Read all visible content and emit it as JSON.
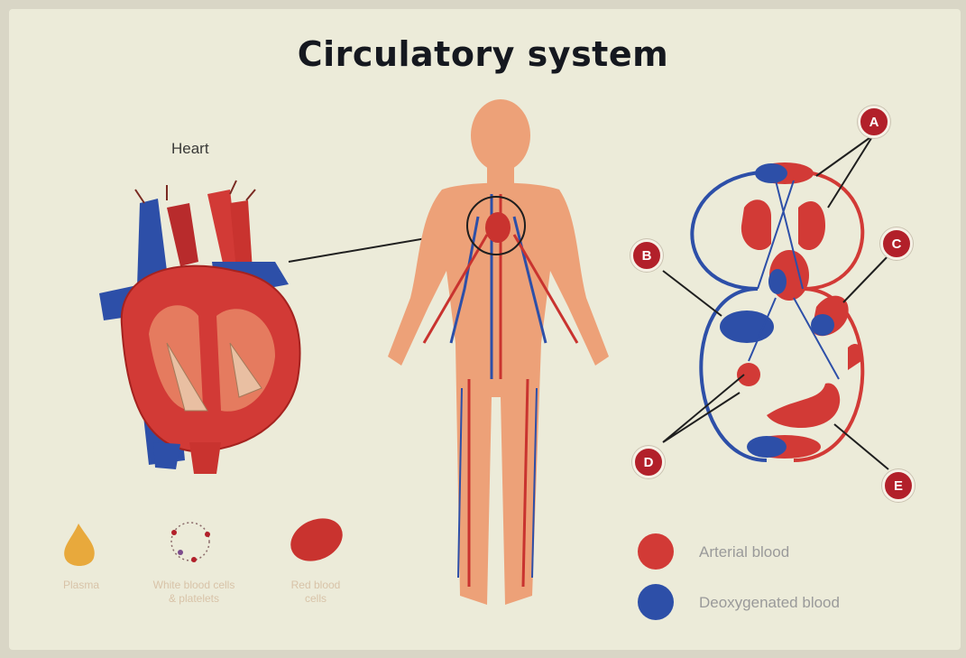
{
  "title": "Circulatory system",
  "heart_label": "Heart",
  "markers": [
    "A",
    "B",
    "C",
    "D",
    "E"
  ],
  "cells": {
    "plasma": "Plasma",
    "white": "White blood cells\n& platelets",
    "red": "Red blood\ncells"
  },
  "legend": {
    "arterial": "Arterial blood",
    "deoxygenated": "Deoxygenated blood"
  },
  "colors": {
    "arterial": "#d23a36",
    "deoxygenated": "#2d4fa8",
    "marker": "#b2202a",
    "plasma": "#e8a93c",
    "body": "#eda178"
  }
}
